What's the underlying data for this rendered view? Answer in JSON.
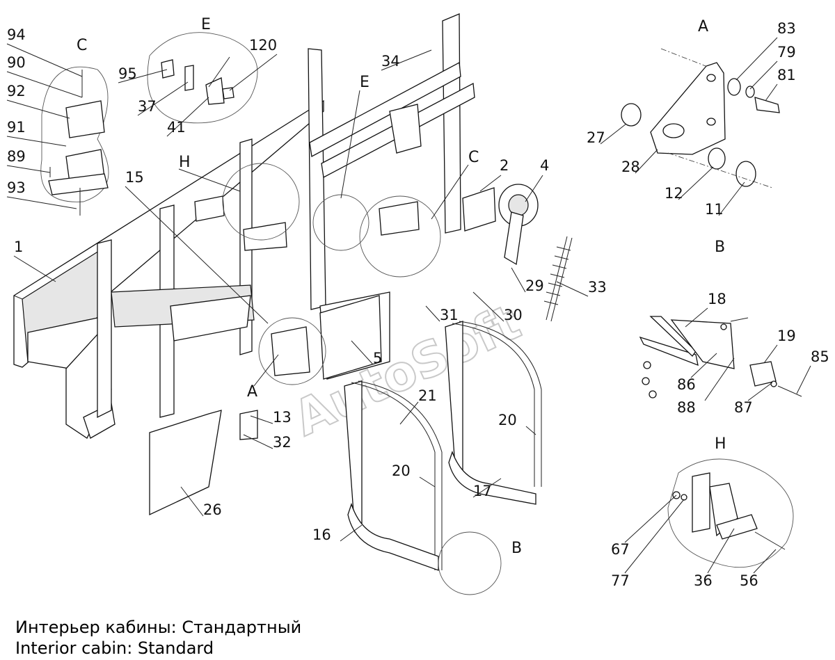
{
  "watermark": "AutoSoft",
  "views": [
    "C",
    "E",
    "H",
    "A",
    "B",
    "H",
    "A",
    "B",
    "E",
    "C"
  ],
  "callouts": [
    "94",
    "90",
    "92",
    "91",
    "89",
    "93",
    "95",
    "37",
    "41",
    "120",
    "34",
    "1",
    "15",
    "H",
    "E",
    "C",
    "2",
    "4",
    "33",
    "29",
    "30",
    "31",
    "5",
    "A",
    "13",
    "32",
    "26",
    "21",
    "20",
    "20",
    "16",
    "17",
    "B",
    "27",
    "28",
    "12",
    "11",
    "83",
    "79",
    "81",
    "18",
    "19",
    "85",
    "86",
    "88",
    "87",
    "67",
    "77",
    "36",
    "56"
  ],
  "caption": {
    "ru": "Интерьер кабины: Стандартный",
    "en": "Interior cabin: Standard"
  }
}
